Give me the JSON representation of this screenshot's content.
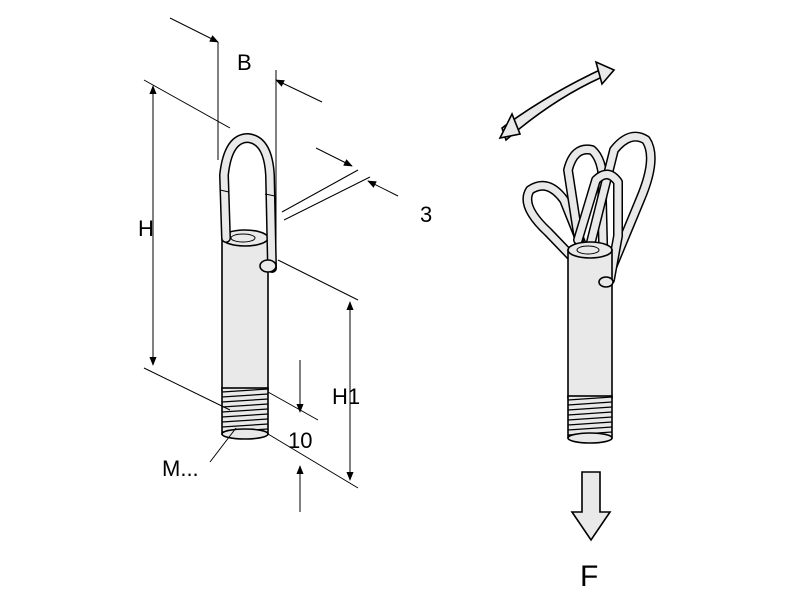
{
  "labels": {
    "width": "B",
    "gap": "3",
    "height": "H",
    "height_lower": "H1",
    "thread_length": "10",
    "thread": "M...",
    "force": "F"
  },
  "colors": {
    "line": "#000000",
    "metal": "#e9e9e9",
    "background": "#ffffff"
  }
}
